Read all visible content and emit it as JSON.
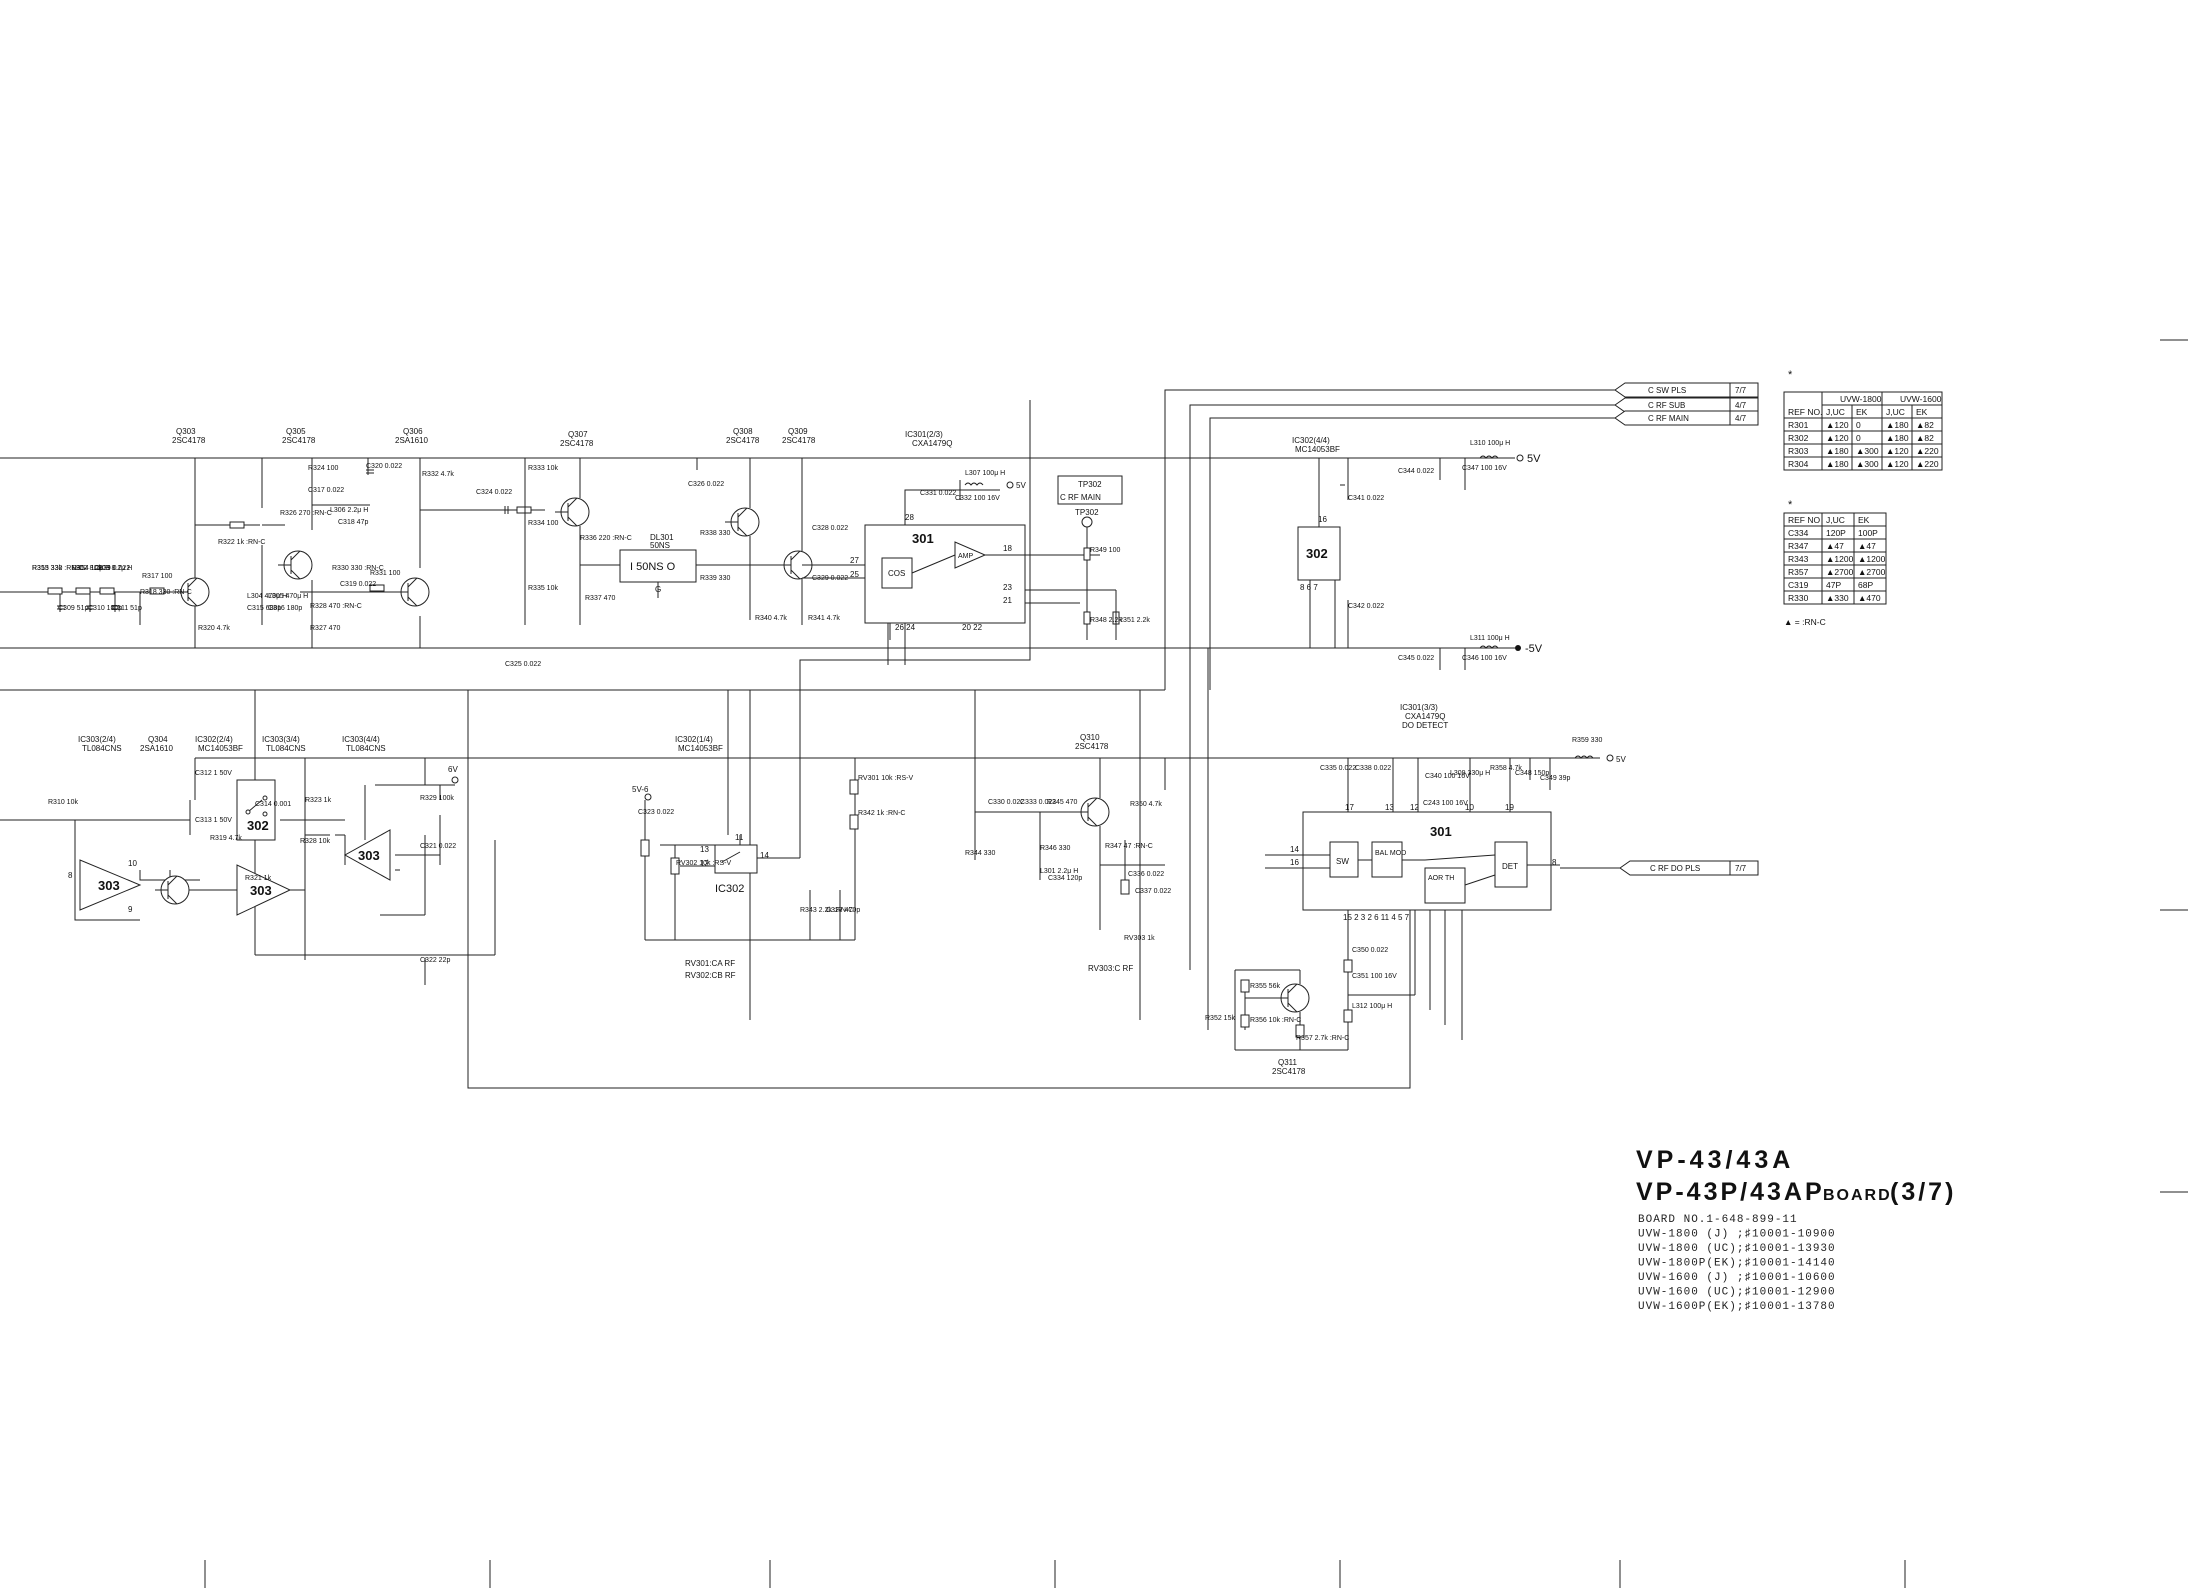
{
  "title": {
    "line1": "VP-43/43A",
    "line2": "VP-43P/43AP",
    "board_word": "BOARD",
    "page": "(3/7)"
  },
  "board_info": [
    "BOARD NO.1-648-899-11",
    "UVW-1800 (J) ;♯10001-10900",
    "UVW-1800 (UC);♯10001-13930",
    "UVW-1800P(EK);♯10001-14140",
    "UVW-1600 (J) ;♯10001-10600",
    "UVW-1600 (UC);♯10001-12900",
    "UVW-1600P(EK);♯10001-13780"
  ],
  "connectors": [
    {
      "name": "C SW PLS",
      "page": "7/7"
    },
    {
      "name": "C RF SUB",
      "page": "4/7"
    },
    {
      "name": "C RF MAIN",
      "page": "4/7"
    },
    {
      "name": "C RF DO PLS",
      "page": "7/7"
    }
  ],
  "table1": {
    "asterisk": "*",
    "group_headers": [
      "UVW-1800",
      "UVW-1600"
    ],
    "headers": [
      "REF NO.",
      "J,UC",
      "EK",
      "J,UC",
      "EK"
    ],
    "rows": [
      [
        "R301",
        "▲120",
        "0",
        "▲180",
        "▲82"
      ],
      [
        "R302",
        "▲120",
        "0",
        "▲180",
        "▲82"
      ],
      [
        "R303",
        "▲180",
        "▲300",
        "▲120",
        "▲220"
      ],
      [
        "R304",
        "▲180",
        "▲300",
        "▲120",
        "▲220"
      ]
    ]
  },
  "table2": {
    "asterisk": "*",
    "headers": [
      "REF NO",
      "J,UC",
      "EK"
    ],
    "rows": [
      [
        "C334",
        "120P",
        "100P"
      ],
      [
        "R347",
        "▲47",
        "▲47"
      ],
      [
        "R343",
        "▲1200",
        "▲1200"
      ],
      [
        "R357",
        "▲2700",
        "▲2700"
      ],
      [
        "C319",
        "47P",
        "68P"
      ],
      [
        "R330",
        "▲330",
        "▲470"
      ]
    ],
    "legend": "▲ = :RN-C"
  },
  "ic_labels": [
    {
      "ref": "IC301(2/3)",
      "part": "CXA1479Q"
    },
    {
      "ref": "IC302(4/4)",
      "part": "MC14053BF"
    },
    {
      "ref": "IC301(3/3)",
      "part": "CXA1479Q",
      "note": "DO DETECT"
    },
    {
      "ref": "IC302(1/4)",
      "part": "MC14053BF"
    },
    {
      "ref": "IC303(2/4)",
      "part": "TL084CNS"
    },
    {
      "ref": "IC302(2/4)",
      "part": "MC14053BF"
    },
    {
      "ref": "IC303(3/4)",
      "part": "TL084CNS"
    },
    {
      "ref": "IC303(4/4)",
      "part": "TL084CNS"
    }
  ],
  "transistors": [
    {
      "ref": "Q303",
      "part": "2SC4178"
    },
    {
      "ref": "Q305",
      "part": "2SC4178"
    },
    {
      "ref": "Q306",
      "part": "2SA1610"
    },
    {
      "ref": "Q307",
      "part": "2SC4178"
    },
    {
      "ref": "Q308",
      "part": "2SC4178"
    },
    {
      "ref": "Q309",
      "part": "2SC4178"
    },
    {
      "ref": "Q304",
      "part": "2SA1610"
    },
    {
      "ref": "Q310",
      "part": "2SC4178"
    },
    {
      "ref": "Q311",
      "part": "2SC4178"
    }
  ],
  "blocks": {
    "ic301_main": "301",
    "cos": "COS",
    "amp": "AMP",
    "ic302_top": "302",
    "ic301_det": "301",
    "sw": "SW",
    "bal_mod": "BAL MOD",
    "aor_th": "AOR TH",
    "det": "DET",
    "delay_line": "I 50NS O",
    "delay_ref": "DL301",
    "delay_val": "50NS",
    "delay_g": "G",
    "ic302_sw": "IC302",
    "sw302": "302",
    "op303a": "303",
    "op303b": "303",
    "op303c": "303"
  },
  "test_point": {
    "ref": "TP302",
    "label": "TP302",
    "box": "C RF MAIN"
  },
  "supplies": {
    "pos": "5V",
    "neg": "-5V",
    "six": "6V",
    "sv6": "5V-6"
  },
  "adjust_notes": [
    "RV301:CA RF",
    "RV302:CB RF",
    "RV303:C RF"
  ],
  "components": [
    "R315 330 :RN-C",
    "L302 8.2μ H",
    "L303 8.2μ H",
    "R317 100",
    "C309 51p",
    "C310 100p",
    "C311 51p",
    "R318 330 :RN-C",
    "R320 4.7k",
    "R322 1k :RN-C",
    "R324 100",
    "C320 0.022",
    "C317 0.022",
    "R326 270 :RN-C",
    "L306 2.2μ H",
    "C318 47p",
    "L304 470μ H",
    "L305 470μ H",
    "C315 680p",
    "C316 180p",
    "R328 470 :RN-C",
    "R327 470",
    "R330 330 :RN-C",
    "R331 100",
    "C319 0.022",
    "R332 4.7k",
    "C324 0.022",
    "C325 0.022",
    "R333 10k",
    "R334 100",
    "R335 10k",
    "R336 220 :RN-C",
    "R337 470",
    "R338 330",
    "R339 330",
    "C326 0.022",
    "R340 4.7k",
    "R341 4.7k",
    "C328 0.022",
    "C329 0.022",
    "L307 100μ H",
    "C331 0.022",
    "C332 100 16V",
    "R349 100",
    "R348 2.2k",
    "R351 2.2k",
    "C344 0.022",
    "L310 100μ H",
    "C347 100 16V",
    "C341 0.022",
    "C342 0.022",
    "C345 0.022",
    "L311 100μ H",
    "C346 100 16V",
    "R310 10k",
    "C312 1 50V",
    "C313 1 50V",
    "R319 4.7k",
    "R321 1k",
    "C314 0.001",
    "R323 1k",
    "R328 10k",
    "R329 100k",
    "C321 0.022",
    "C322 22p",
    "C323 0.022",
    "RV302 10k :RS-V",
    "RV301 10k :RS-V",
    "R342 1k :RN-C",
    "R343 2.2k :RN-C",
    "C327 470p",
    "C330 0.022",
    "C333 0.022",
    "R345 470",
    "R344 330",
    "R346 330",
    "L301 2.2μ H",
    "C334 120p",
    "R347 47 :RN-C",
    "R350 4.7k",
    "C336 0.022",
    "C337 0.022",
    "RV303 1k",
    "C335 0.022",
    "C338 0.022",
    "C340 100 16V",
    "C243 100 16V",
    "L309 330μ H",
    "R358 4.7k",
    "C348 150p",
    "C349 39p",
    "R359 330",
    "C350 0.022",
    "C351 100 16V",
    "L312 100μ H",
    "R355 56k",
    "R356 10k :RN-C",
    "R357 2.7k :RN-C",
    "R352 15k",
    "R353 33k",
    "R354 10k",
    "C339 0.022"
  ]
}
